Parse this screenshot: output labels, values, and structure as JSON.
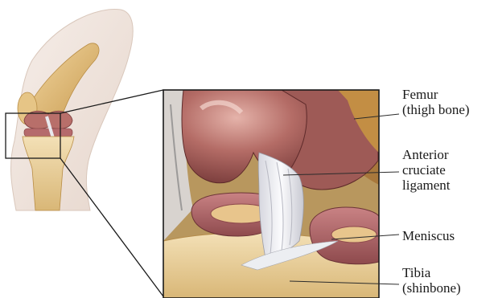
{
  "labels": {
    "femur": {
      "line1": "Femur",
      "line2": "(thigh bone)"
    },
    "acl": {
      "line1": "Anterior",
      "line2": "cruciate",
      "line3": "ligament"
    },
    "meniscus": {
      "line1": "Meniscus"
    },
    "tibia": {
      "line1": "Tibia",
      "line2": "(shinbone)"
    }
  },
  "colors": {
    "bone": "#e8c98f",
    "bone_shadow": "#c9a25c",
    "cartilage": "#a5575a",
    "femur_condyle": "#b9706a",
    "ligament": "#e9e9ee",
    "meniscus": "#b56a6c",
    "skin": "#f1e6df",
    "outline": "#1a1a1a",
    "leader_line": "#2b2b2b"
  }
}
